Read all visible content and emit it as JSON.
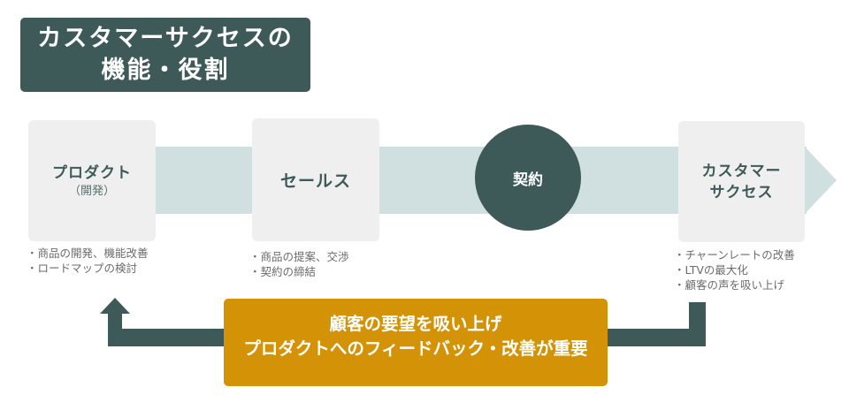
{
  "title": {
    "line1": "カスタマーサクセスの",
    "line2": "機能・役割"
  },
  "flow": {
    "product": {
      "label": "プロダクト",
      "sub": "（開発）",
      "bullets": [
        "・商品の開発、機能改善",
        "・ロードマップの検討"
      ]
    },
    "sales": {
      "label": "セールス",
      "bullets": [
        "・商品の提案、交渉",
        "・契約の締結"
      ]
    },
    "contract": {
      "label": "契約"
    },
    "customer_success": {
      "label_line1": "カスタマー",
      "label_line2": "サクセス",
      "bullets": [
        "・チャーンレートの改善",
        "・LTVの最大化",
        "・顧客の声を吸い上げ"
      ]
    }
  },
  "feedback": {
    "line1": "顧客の要望を吸い上げ",
    "line2": "プロダクトへのフィードバック・改善が重要"
  },
  "colors": {
    "dark_teal": "#3d5a59",
    "band": "#d0dfdf",
    "box": "#efefef",
    "orange": "#d49307",
    "bullet_text": "#6b6b6b"
  }
}
